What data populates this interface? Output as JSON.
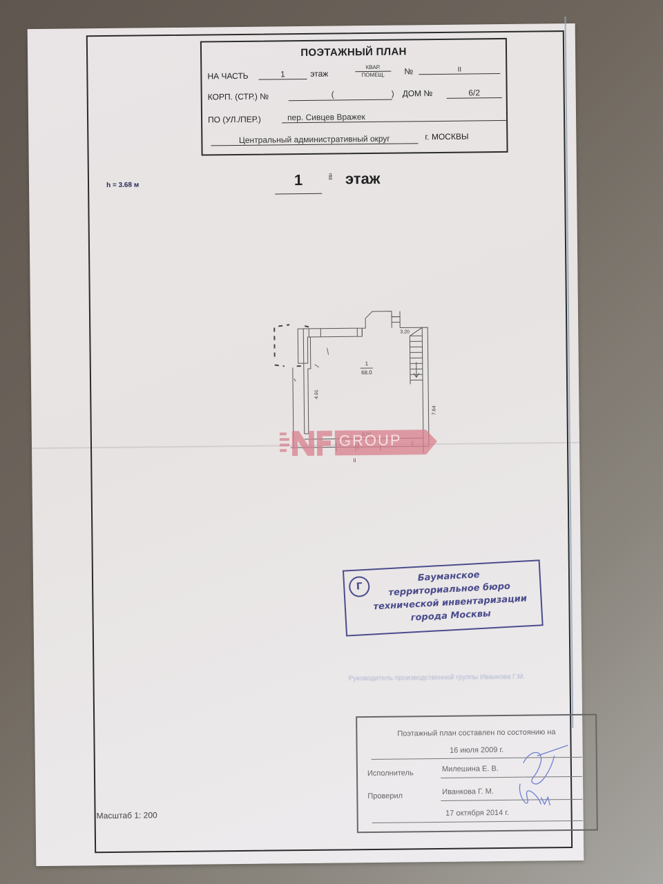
{
  "document": {
    "header": {
      "title": "ПОЭТАЖНЫЙ ПЛАН",
      "part_label": "НА ЧАСТЬ",
      "part_value": "1",
      "floor_label": "этаж",
      "apt_fraction_top": "КВАР.",
      "apt_fraction_bottom": "ПОМЕЩ.",
      "number_label": "№",
      "number_value": "II",
      "building_label": "КОРП. (СТР.) №",
      "building_open_paren": "(",
      "building_close_paren": ")",
      "house_label": "ДОМ №",
      "house_value": "6/2",
      "street_label": "ПО (УЛ./ПЕР.)",
      "street_value": "пер. Сивцев Вражек",
      "district_value": "Центральный административный округ",
      "city_value": "г. МОСКВЫ"
    },
    "height_label": "h = 3.68 м",
    "floor_number": "1",
    "floor_suffix": "й",
    "floor_word": "этаж",
    "plan": {
      "room_number": "1",
      "room_area": "68.0",
      "dim_top": "3.20",
      "dim_left": "4.91",
      "dim_right": "7.64",
      "dim_bottom": "9.00",
      "marker_3": "3",
      "marker_2": "2",
      "marker_II": "II"
    },
    "watermark": {
      "brand": "NF",
      "suffix": "GROUP",
      "color": "#d9808e"
    },
    "stamp": {
      "symbol": "Г",
      "lines": [
        "Бауманское",
        "территориальное бюро",
        "технической инвентаризации",
        "города Москвы"
      ],
      "color": "#4a4c8c"
    },
    "faded_text": "Руководитель производственной группы Иванкова Г.М.",
    "signature_block": {
      "heading": "Поэтажный план составлен по состоянию на",
      "state_date": "16 июля 2009 г.",
      "executor_label": "Исполнитель",
      "executor_name": "Милешина Е. В.",
      "checker_label": "Проверил",
      "checker_name": "Иванкова Г. М.",
      "sign_date": "17 октября 2014 г."
    },
    "scale": "Масштаб 1: 200"
  }
}
